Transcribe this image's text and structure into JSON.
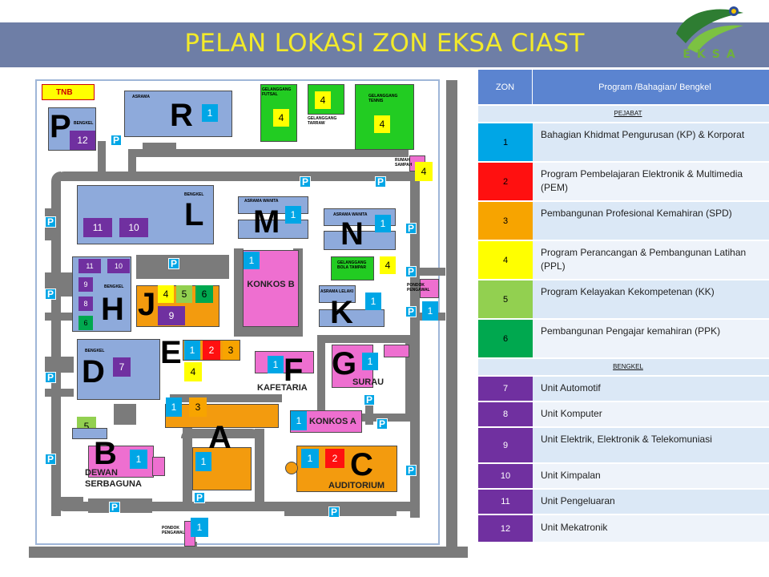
{
  "title": "PELAN LOKASI ZON EKSA CIAST",
  "logo": {
    "text": "EKSA",
    "icon": "leaf-logo-icon"
  },
  "colors": {
    "zone1": "#00a6e6",
    "zone2": "#ff1010",
    "zone3": "#f7a400",
    "zone4": "#ffff00",
    "zone5": "#92d050",
    "zone6": "#00a84f",
    "zone_bengkel": "#7030a0",
    "header": "#5b84d0",
    "row_light": "#dbe8f6"
  },
  "map": {
    "buildings": {
      "R": "R",
      "P": "P",
      "L": "L",
      "M": "M",
      "N": "N",
      "K": "K",
      "H": "H",
      "J": "J",
      "E": "E",
      "D": "D",
      "F": "F",
      "G": "G",
      "A": "A",
      "B": "B",
      "C": "C"
    },
    "labels": {
      "tnb": "TNB",
      "asrama": "ASRAMA",
      "bengkel": "BENGKEL",
      "gel_futsal": "GELANGGANG FUTSAL",
      "gel_tarraw": "GELANGGANG TARRAW",
      "gel_tennis": "GELANGGANG TENNIS",
      "rumah_sampah": "RUMAH SAMPAH",
      "asrama_wanita": "ASRAMA WANITA",
      "asrama_lelaki": "ASRAMA LELAKI",
      "gel_bola_tampar": "GELANGGANG BOLA TAMPAR",
      "pondok_pengawal": "PONDOK PENGAWAL",
      "konkos_b": "KONKOS B",
      "kafetaria": "KAFETARIA",
      "surau": "SURAU",
      "konkos_a": "KONKOS A",
      "dewan": "DEWAN SERBAGUNA",
      "auditorium": "AUDITORIUM"
    },
    "parking": "P",
    "numbers": {
      "one": "1",
      "two": "2",
      "three": "3",
      "four": "4",
      "five": "5",
      "six": "6",
      "seven": "7",
      "eight": "8",
      "nine": "9",
      "ten": "10",
      "eleven": "11",
      "twelve": "12"
    }
  },
  "legend": {
    "col_zon": "ZON",
    "col_program": "Program /Bahagian/ Bengkel",
    "section_pejabat": "PEJABAT",
    "section_bengkel": "BENGKEL",
    "rows": [
      {
        "zon": "1",
        "desc": "Bahagian Khidmat Pengurusan (KP) & Korporat"
      },
      {
        "zon": "2",
        "desc": "Program Pembelajaran Elektronik & Multimedia (PEM)"
      },
      {
        "zon": "3",
        "desc": "Pembangunan Profesional Kemahiran (SPD)"
      },
      {
        "zon": "4",
        "desc": "Program Perancangan & Pembangunan Latihan (PPL)"
      },
      {
        "zon": "5",
        "desc": "Program Kelayakan Kekompetenan (KK)"
      },
      {
        "zon": "6",
        "desc": "Pembangunan Pengajar kemahiran (PPK)"
      },
      {
        "zon": "7",
        "desc": "Unit Automotif"
      },
      {
        "zon": "8",
        "desc": "Unit Komputer"
      },
      {
        "zon": "9",
        "desc": "Unit Elektrik, Elektronik & Telekomuniasi"
      },
      {
        "zon": "10",
        "desc": "Unit Kimpalan"
      },
      {
        "zon": "11",
        "desc": "Unit Pengeluaran"
      },
      {
        "zon": "12",
        "desc": "Unit Mekatronik"
      }
    ]
  }
}
